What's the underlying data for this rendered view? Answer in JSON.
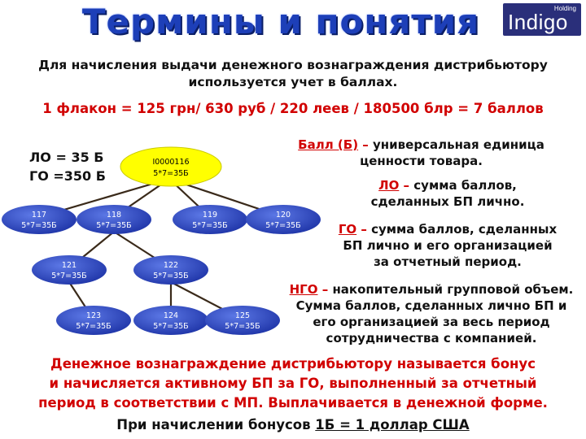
{
  "title": "Термины и понятия",
  "logo": {
    "small": "Holding",
    "main": "Indigo"
  },
  "intro": {
    "line1": "Для начисления выдачи денежного вознаграждения дистрибьютору",
    "line2": "используется учет в баллах."
  },
  "equation": "1 флакон = 125 грн/ 630 руб / 220 леев / 180500 блр = 7 баллов",
  "lo_go": {
    "lo": "ЛО = 35 Б",
    "go": "ГО =350 Б"
  },
  "tree": {
    "root": {
      "id": "I0000116",
      "value": "5*7=35Б"
    },
    "nodes": [
      {
        "id": "117",
        "value": "5*7=35Б"
      },
      {
        "id": "118",
        "value": "5*7=35Б"
      },
      {
        "id": "119",
        "value": "5*7=35Б"
      },
      {
        "id": "120",
        "value": "5*7=35Б"
      },
      {
        "id": "121",
        "value": "5*7=35Б"
      },
      {
        "id": "122",
        "value": "5*7=35Б"
      },
      {
        "id": "123",
        "value": "5*7=35Б"
      },
      {
        "id": "124",
        "value": "5*7=35Б"
      },
      {
        "id": "125",
        "value": "5*7=35Б"
      }
    ]
  },
  "definitions": {
    "ball": {
      "term": "Балл (Б)",
      "dash": " – ",
      "text": "универсальная единица",
      "text2": "ценности товара."
    },
    "lo": {
      "term": "ЛО",
      "dash": " – ",
      "text": "сумма баллов,",
      "text2": "сделанных БП лично."
    },
    "go": {
      "term": "ГО",
      "dash": " – ",
      "text": "сумма баллов, сделанных",
      "text2": "БП лично и его организацией",
      "text3": "за отчетный период."
    },
    "ngo": {
      "term": "НГО",
      "dash": " – ",
      "text": "накопительный групповой объем.",
      "text2": "Сумма баллов, сделанных лично БП  и",
      "text3": "его организацией за весь период",
      "text4": "сотрудничества с компанией."
    }
  },
  "bottom": {
    "line1": "Денежное вознаграждение дистрибьютору называется бонус",
    "line2": "и начисляется активному БП за ГО, выполненный за отчетный",
    "line3": "период в соответствии с МП. Выплачивается в денежной форме."
  },
  "last": {
    "prefix": "При начислении бонусов ",
    "underlined": "1Б = 1 доллар США"
  },
  "colors": {
    "title": "#1d3fb8",
    "accent_red": "#d10000",
    "node_blue": "#2e49c4",
    "root_yellow": "#ffff00"
  }
}
